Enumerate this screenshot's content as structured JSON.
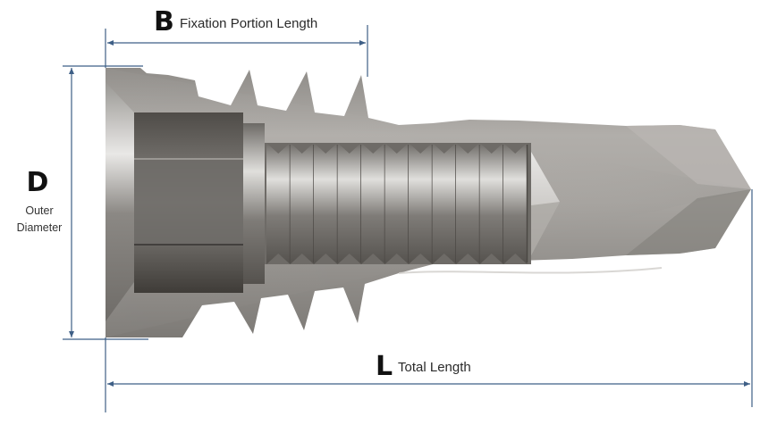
{
  "dimensions": {
    "fixation": {
      "letter": "B",
      "label": "Fixation Portion Length"
    },
    "total": {
      "letter": "L",
      "label": "Total Length"
    },
    "diameter": {
      "letter": "D",
      "label_line1": "Outer",
      "label_line2": "Diameter"
    }
  },
  "colors": {
    "dimension_line": "#3e5f86",
    "implant_body": "#a9a6a2",
    "thread_core": "#b9b6b2",
    "text": "#111111"
  }
}
